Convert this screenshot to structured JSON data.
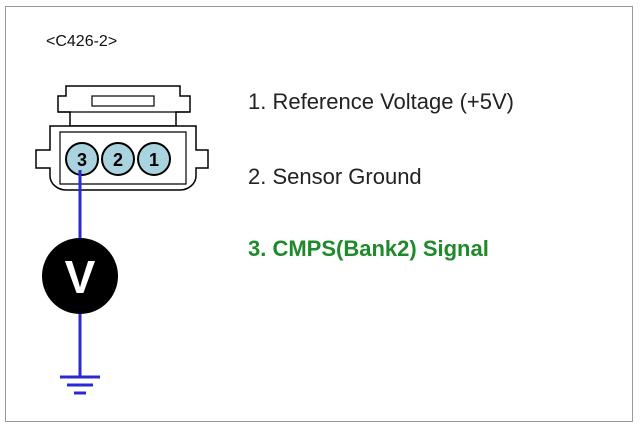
{
  "connector": {
    "id": "<C426-2>",
    "pins": [
      {
        "number": "3"
      },
      {
        "number": "2"
      },
      {
        "number": "1"
      }
    ]
  },
  "pin_descriptions": [
    {
      "text": "1. Reference Voltage (+5V)"
    },
    {
      "text": "2. Sensor Ground"
    },
    {
      "text": "3. CMPS(Bank2) Signal",
      "color": "#1f8a2a"
    }
  ],
  "meter": {
    "label": "V"
  },
  "colors": {
    "pin_fill": "#a9d3de",
    "wire": "#2a2ad0",
    "highlight": "#1f8a2a",
    "meter_fill": "#000000"
  }
}
